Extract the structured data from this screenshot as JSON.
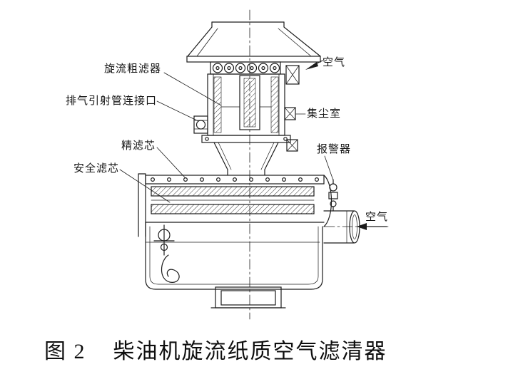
{
  "figure": {
    "number": "图 2",
    "title": "柴油机旋流纸质空气滤清器"
  },
  "labels": {
    "cyclone_coarse_filter": "旋流粗滤器",
    "exhaust_ejector_pipe_port": "排气引射管连接口",
    "fine_filter_element": "精滤芯",
    "safety_filter_element": "安全滤芯",
    "air_inlet": "空气",
    "dust_collection_chamber": "集尘室",
    "alarm": "报警器",
    "air_outlet": "空气"
  },
  "colors": {
    "line": "#1c1c1c",
    "background": "#ffffff"
  }
}
